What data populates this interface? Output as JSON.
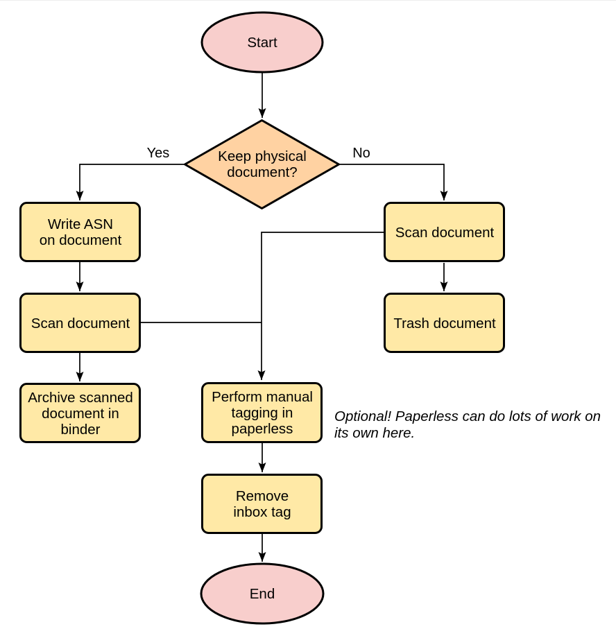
{
  "diagram": {
    "nodes": {
      "start": {
        "label": "Start"
      },
      "decision": {
        "label": [
          "Keep physical",
          "document?"
        ]
      },
      "write_asn": {
        "label": [
          "Write ASN",
          "on document"
        ]
      },
      "scan_left": {
        "label": "Scan document"
      },
      "archive": {
        "label": [
          "Archive scanned",
          "document in",
          "binder"
        ]
      },
      "scan_right": {
        "label": "Scan document"
      },
      "trash": {
        "label": "Trash document"
      },
      "perform": {
        "label": [
          "Perform manual",
          "tagging in",
          "paperless"
        ]
      },
      "remove": {
        "label": [
          "Remove",
          "inbox tag"
        ]
      },
      "end": {
        "label": "End"
      }
    },
    "edge_labels": {
      "yes": "Yes",
      "no": "No"
    },
    "note": [
      "Optional! Paperless can do lots of work on",
      "its own here."
    ],
    "colors": {
      "terminal_fill": "#f8cecc",
      "decision_fill": "#ffd2a2",
      "process_fill": "#ffe9a6",
      "stroke": "#000000"
    }
  }
}
